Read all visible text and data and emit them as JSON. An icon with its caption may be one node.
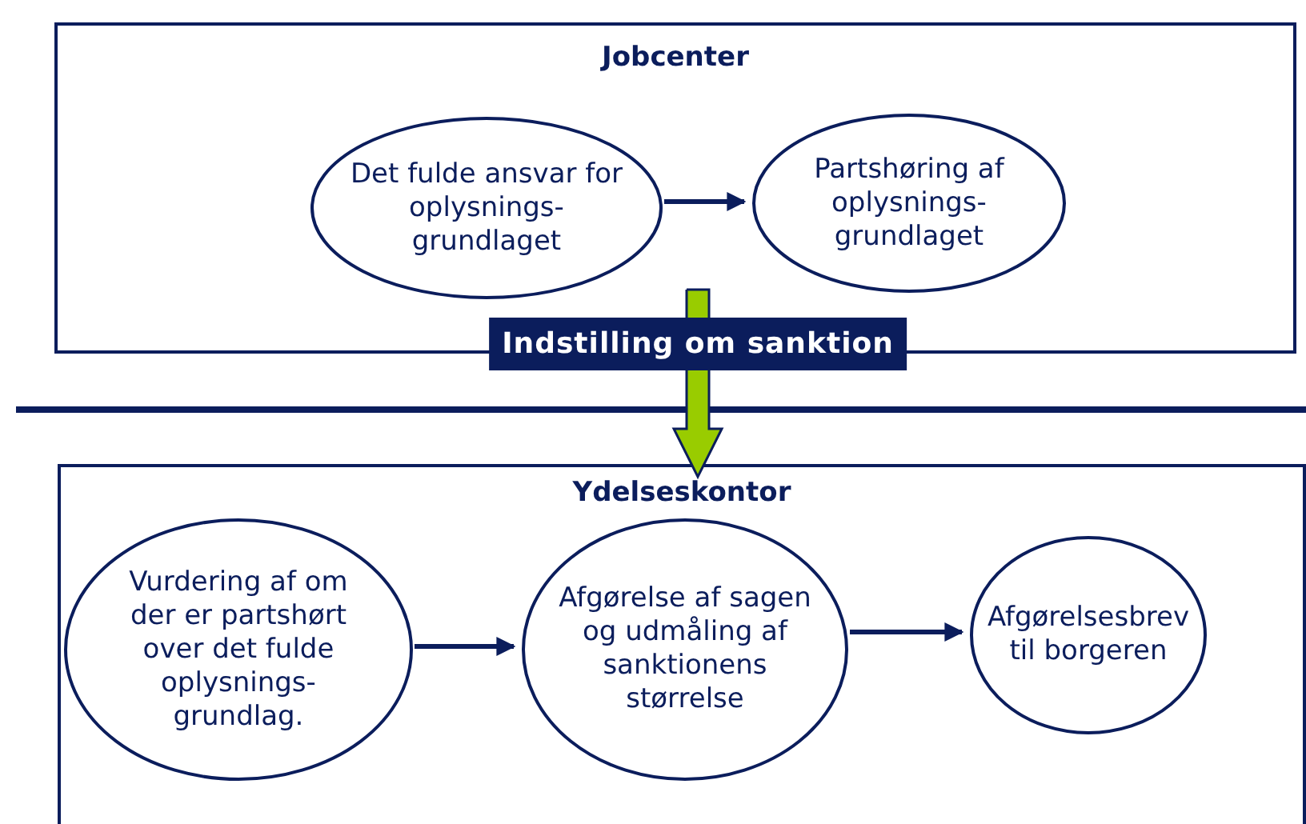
{
  "diagram": {
    "nodes": [
      {
        "text": [
          "Jobcenter"
        ]
      },
      {
        "text": [
          "Det fulde ansvar for oplysnings- grundlaget"
        ],
        "in": 0
      },
      {
        "text": [
          "Partshøring af oplysnings- grundlaget"
        ],
        "in": 0
      },
      {
        "text": [
          "Ydelseskontor"
        ]
      },
      {
        "text": [
          "Vurdering af om der er partshørt over det fulde oplysnings- grundlag."
        ],
        "in": 3
      },
      {
        "text": [
          "Afgørelse af sagen og udmåling af sanktionens størrelse"
        ],
        "in": 3
      },
      {
        "text": [
          "Afgørelsesbrev til borgeren"
        ],
        "in": 3
      }
    ],
    "edges": [
      {
        "from": 1,
        "to": 2,
        "arrow": "to"
      },
      {
        "from": 0,
        "to": 3,
        "arrow": "to",
        "label": "Indstilling om sanktion",
        "style": "thick",
        "color": "#99cc00"
      },
      {
        "from": 4,
        "to": 5,
        "arrow": "to"
      },
      {
        "from": 5,
        "to": 6,
        "arrow": "to"
      }
    ]
  }
}
